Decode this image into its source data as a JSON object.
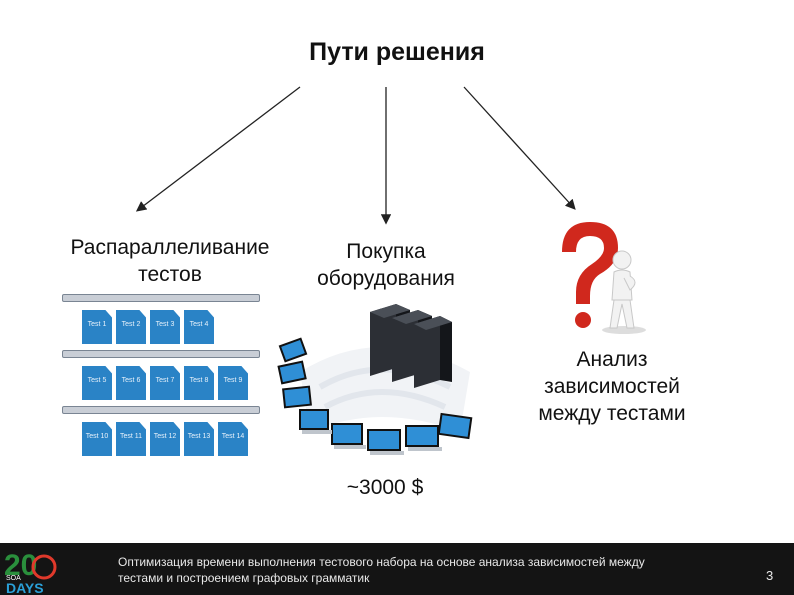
{
  "title": "Пути решения",
  "branches": [
    {
      "label_lines": [
        "Распараллеливание",
        "тестов"
      ]
    },
    {
      "label_lines": [
        "Покупка",
        "оборудования"
      ],
      "note": "~3000 $"
    },
    {
      "label_lines": [
        "Анализ",
        "зависимостей",
        "между тестами"
      ]
    }
  ],
  "test_docs": [
    [
      "Test 1",
      "Test 2",
      "Test 3",
      "Test 4"
    ],
    [
      "Test 5",
      "Test 6",
      "Test 7",
      "Test 8",
      "Test 9"
    ],
    [
      "Test 10",
      "Test 11",
      "Test 12",
      "Test 13",
      "Test 14"
    ]
  ],
  "footer": {
    "line1": "Оптимизация времени выполнения тестового набора на основе анализа зависимостей между",
    "line2": "тестами и построением графовых грамматик",
    "page": "3"
  },
  "logo": {
    "digits": "20",
    "small": "SOA",
    "word": "DAYS"
  },
  "colors": {
    "doc_blue": "#2a83c6",
    "question_red": "#d0281d",
    "footer_bg": "#141414"
  }
}
